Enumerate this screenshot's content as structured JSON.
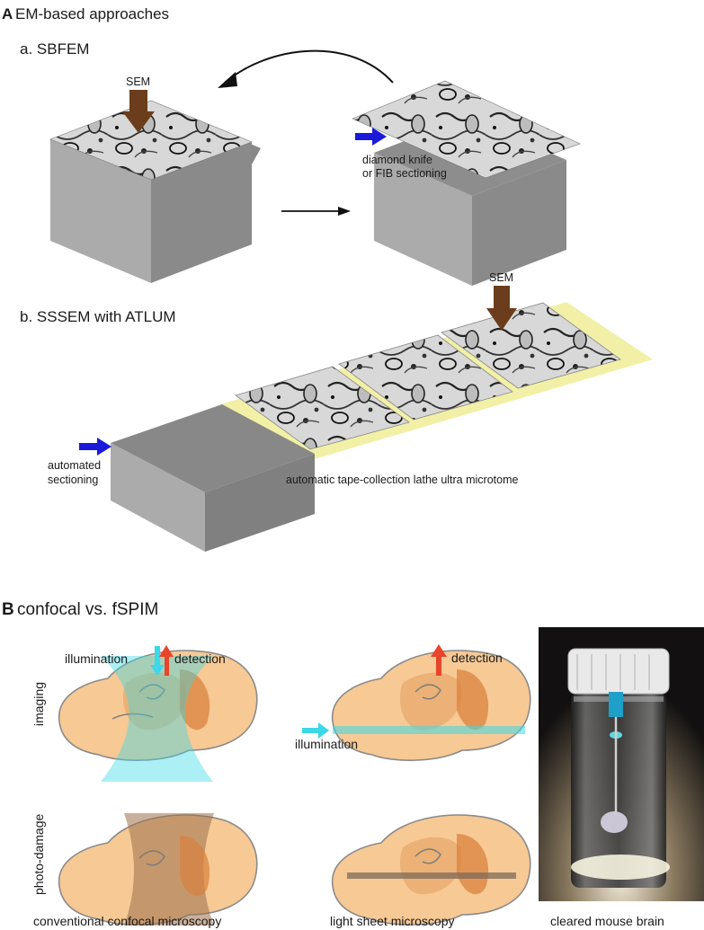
{
  "panelA": {
    "letter": "A",
    "title": "EM-based approaches",
    "sbfem": {
      "title": "a. SBFEM",
      "sem_label": "SEM",
      "knife_label_line1": "diamond knife",
      "knife_label_line2": "or FIB sectioning"
    },
    "sssem": {
      "title": "b. SSSEM with ATLUM",
      "sem_label": "SEM",
      "sectioning_line1": "automated",
      "sectioning_line2": "sectioning",
      "tape_label": "automatic tape-collection lathe ultra microtome"
    }
  },
  "panelB": {
    "letter": "B",
    "title": "confocal vs. fSPIM",
    "row_imaging": "imaging",
    "row_photodamage": "photo-damage",
    "confocal": {
      "illumination": "illumination",
      "detection": "detection",
      "caption": "conventional confocal microscopy"
    },
    "lightsheet": {
      "illumination": "illumination",
      "detection": "detection",
      "caption": "light sheet microscopy"
    },
    "photo_caption": "cleared mouse brain"
  },
  "colors": {
    "sem_arrow": "#6b3d1c",
    "knife_arrow": "#1a1adb",
    "illumination": "#3ad8e8",
    "detection": "#e8452a",
    "brain": "#f7c995",
    "brain_outline": "#8a8a8a",
    "tape": "#f2f0a6",
    "block_top": "#9b9b9b",
    "block_front": "#a9a9a9",
    "block_side": "#7f7f7f"
  }
}
